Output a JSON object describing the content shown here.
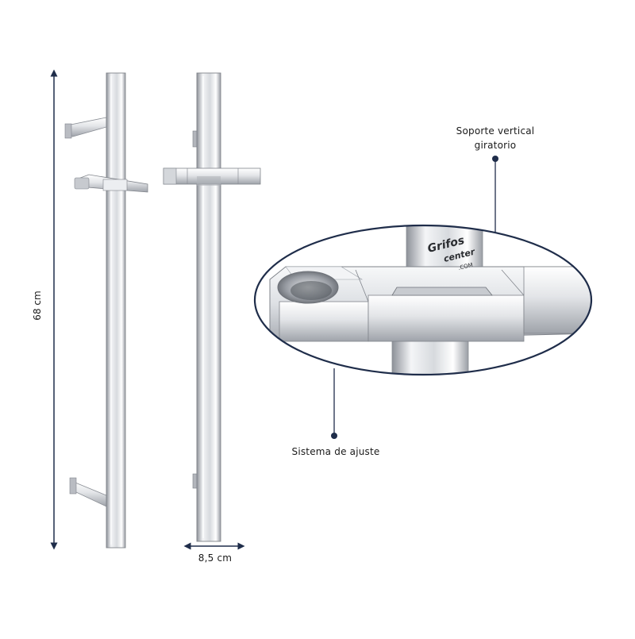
{
  "dimensions": {
    "height_label": "68 cm",
    "width_label": "8,5 cm"
  },
  "callouts": {
    "swivel_support": {
      "line1": "Soporte vertical",
      "line2": "giratorio"
    },
    "adjust_system": "Sistema de ajuste"
  },
  "brand": {
    "logo_text": "Grifos center .COM"
  },
  "colors": {
    "ink": "#1a1a1a",
    "callout_navy": "#1f2d4a",
    "chrome_light": "#f2f3f5",
    "chrome_mid": "#c9ccd1",
    "chrome_dark": "#7c8088"
  }
}
